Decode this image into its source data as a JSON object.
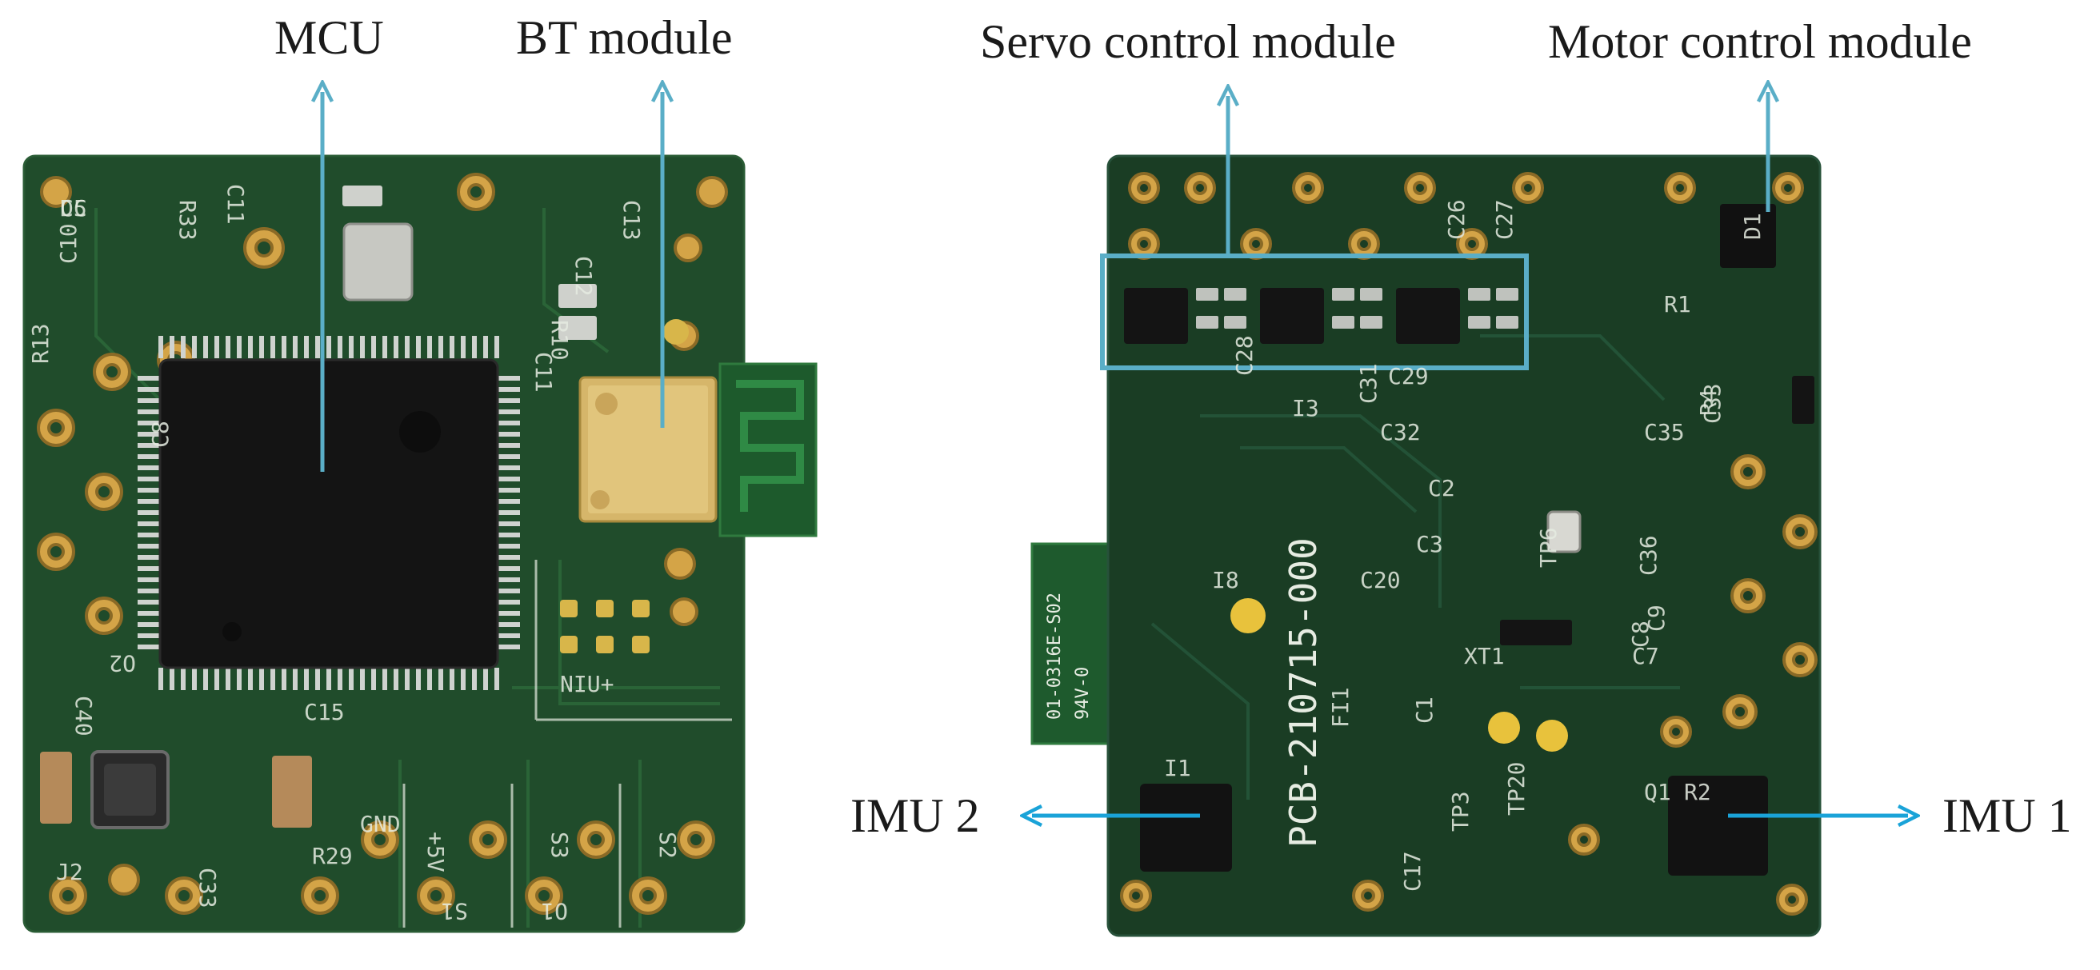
{
  "labels": {
    "mcu": "MCU",
    "bt_module": "BT module",
    "servo_module": "Servo control module",
    "motor_module": "Motor control module",
    "imu1": "IMU 1",
    "imu2": "IMU 2"
  },
  "silkscreen": {
    "left_board": [
      "C5",
      "C10",
      "R33",
      "C11",
      "R13",
      "C8",
      "C13",
      "C12",
      "R10",
      "C11",
      "C15",
      "C40",
      "C33",
      "R29",
      "GND",
      "+5V",
      "S3",
      "S2",
      "S1",
      "O1",
      "O2",
      "NIU+",
      "J2",
      "DC"
    ],
    "right_board": [
      "C26",
      "C27",
      "C28",
      "C29",
      "C31",
      "C32",
      "C33",
      "C35",
      "C2",
      "C3",
      "C20",
      "C36",
      "C8",
      "C9",
      "C7",
      "C17",
      "C1",
      "R1",
      "R2",
      "R4",
      "D1",
      "Q1",
      "I1",
      "I3",
      "I8",
      "TP3",
      "TP20",
      "TP6",
      "XT1",
      "FI1",
      "PCB-210715-000"
    ],
    "flex_connector": [
      "01-0316E-S02",
      "94V-0"
    ]
  },
  "colors": {
    "pcb_green": "#1f4a2a",
    "pcb_dark": "#16331e",
    "annotation_blue": "#5aaec7",
    "arrow_cyan": "#1aa3d8",
    "gold_pad": "#d4a447",
    "silkscreen": "#e6ece2"
  }
}
